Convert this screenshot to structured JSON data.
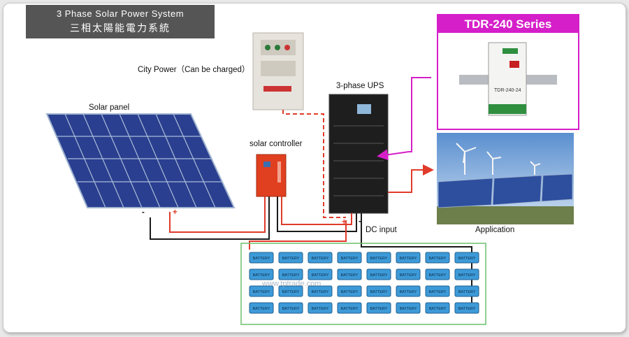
{
  "title": {
    "en": "3 Phase Solar Power System",
    "zh": "三相太陽能電力系統"
  },
  "labels": {
    "city_power": "City Power（Can be charged）",
    "solar_panel": "Solar panel",
    "solar_controller": "solar controller",
    "ups": "3-phase UPS",
    "dc_input": "DC input",
    "application": "Application",
    "minus": "-",
    "plus": "+"
  },
  "tdr": {
    "header": "TDR-240 Series",
    "model": "TDR-240-24"
  },
  "battery": {
    "label": "BATTERY",
    "rows": 4,
    "cols": 8
  },
  "watermark": "www.tptrade.com",
  "colors": {
    "magenta": "#d51fc9",
    "wire_red": "#e03b2a",
    "wire_black": "#1a1a1a",
    "battery_blue": "#3d9ad8",
    "grid_green": "#6cbf6c"
  }
}
